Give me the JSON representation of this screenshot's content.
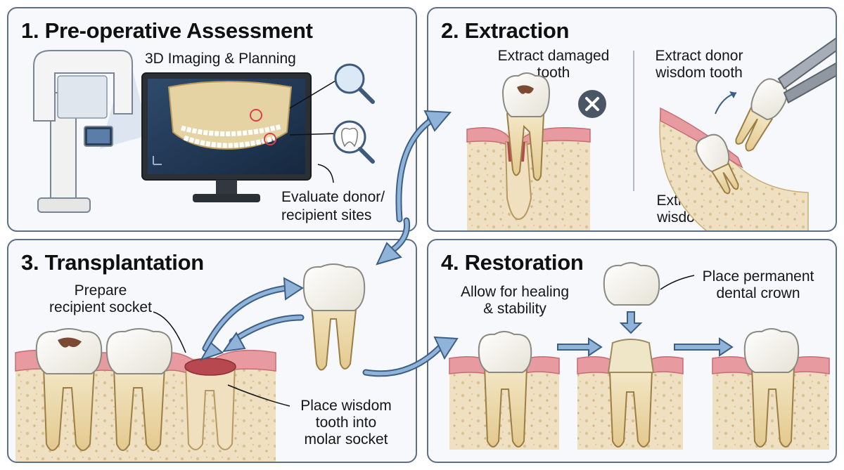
{
  "panels": {
    "assessment": {
      "title": "1. Pre-operative Assessment",
      "imaging_label": "3D Imaging & Planning",
      "evaluate_label_line1": "Evaluate donor/",
      "evaluate_label_line2": "recipient sites"
    },
    "extraction": {
      "title": "2. Extraction",
      "damaged_label_line1": "Extract damaged",
      "damaged_label_line2": "tooth",
      "donor_top_line1": "Extract donor",
      "donor_top_line2": "wisdom tooth",
      "donor_bottom_line1": "Extract donor",
      "donor_bottom_line2": "wisdom tooth"
    },
    "transplantation": {
      "title": "3. Transplantation",
      "prepare_line1": "Prepare",
      "prepare_line2": "recipient socket",
      "place_line1": "Place wisdom",
      "place_line2": "tooth into",
      "place_line3": "molar socket"
    },
    "restoration": {
      "title": "4. Restoration",
      "healing_line1": "Allow for healing",
      "healing_line2": "& stability",
      "crown_line1": "Place permanent",
      "crown_line2": "dental crown"
    }
  },
  "colors": {
    "panel_border": "#5f6f86",
    "panel_bg": "#f6f8fb",
    "arrow_fill": "#8fb3d9",
    "arrow_stroke": "#3d5f86",
    "gum": "#e79aa0",
    "bone": "#efe0c2",
    "tooth_crown": "#f8f6f0",
    "tooth_root": "#ecd9a9",
    "decay": "#7a4a32",
    "socket": "#b8484f"
  },
  "icons": [
    "ct-scanner-icon",
    "monitor-icon",
    "magnifier-icon",
    "tooth-magnifier-icon",
    "x-circle-icon",
    "forceps-icon"
  ]
}
